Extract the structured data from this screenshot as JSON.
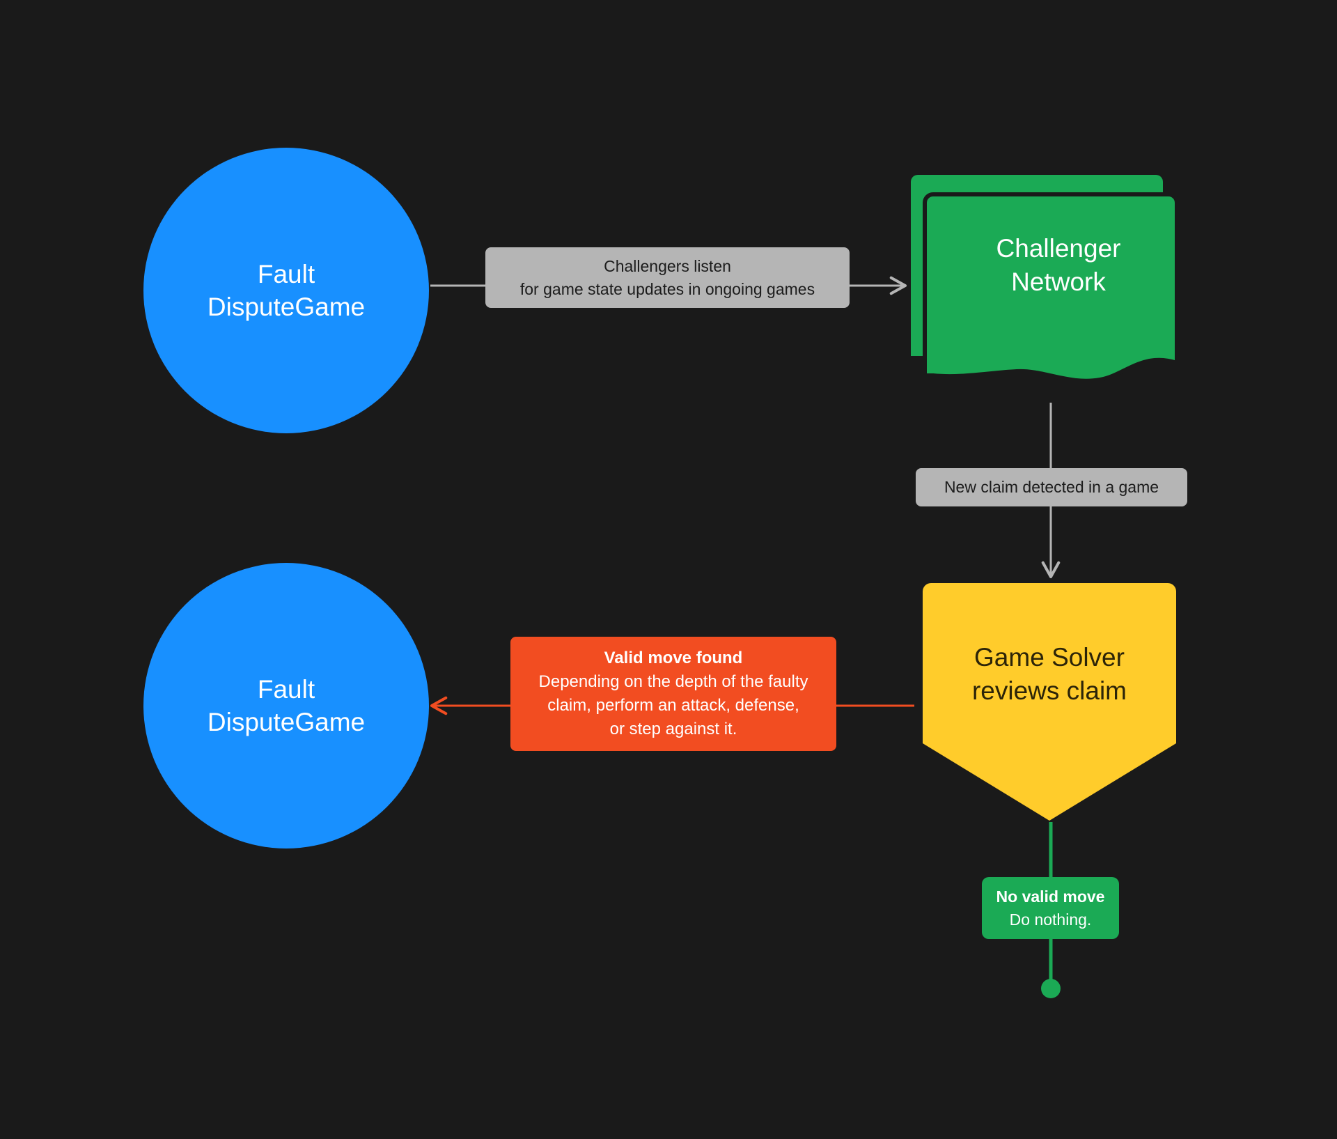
{
  "background": "#1a1a1a",
  "palette": {
    "blue": "#1890FF",
    "green": "#1BAA55",
    "yellow": "#FFCC2B",
    "orange": "#F24D21",
    "grey_label": "#b5b5b5",
    "edge_grey": "#b5b5b5",
    "text_light": "#ffffff",
    "text_dark": "#1c1c1c"
  },
  "nodes": {
    "fault_dispute_game_top": {
      "line1": "Fault",
      "line2": "DisputeGame",
      "shape": "circle",
      "color": "#1890FF"
    },
    "challenger_network": {
      "line1": "Challenger",
      "line2": "Network",
      "shape": "document-stack",
      "color": "#1BAA55"
    },
    "fault_dispute_game_bottom": {
      "line1": "Fault",
      "line2": "DisputeGame",
      "shape": "circle",
      "color": "#1890FF"
    },
    "game_solver": {
      "line1": "Game Solver",
      "line2": "reviews claim",
      "shape": "pentagon-down",
      "color": "#FFCC2B"
    }
  },
  "edge_labels": {
    "challengers_listen": {
      "line1": "Challengers listen",
      "line2": "for game state updates in ongoing games"
    },
    "new_claim_detected": {
      "line1": "New claim detected in a game"
    },
    "valid_move_found": {
      "title": "Valid move found",
      "line1": "Depending on the depth of the faulty",
      "line2": "claim, perform an attack, defense,",
      "line3": "or step against it."
    },
    "no_valid_move": {
      "title": "No valid move",
      "line1": "Do nothing."
    }
  }
}
